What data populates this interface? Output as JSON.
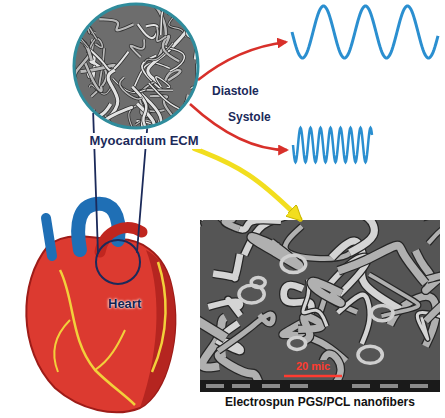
{
  "diagram": {
    "nodes": [
      {
        "text": [
          "Myocardium ECM"
        ]
      },
      {
        "text": [
          "20 mic",
          "Electrospun PGS/PCL nanofibers"
        ]
      },
      {
        "text": [
          "Heart"
        ]
      }
    ],
    "edges": [
      {
        "from": 0,
        "to": 1,
        "arrow": "to"
      },
      {
        "from": 2,
        "to": 0,
        "arrow": "none"
      }
    ],
    "labels": [
      "Diastole",
      "Systole"
    ]
  }
}
